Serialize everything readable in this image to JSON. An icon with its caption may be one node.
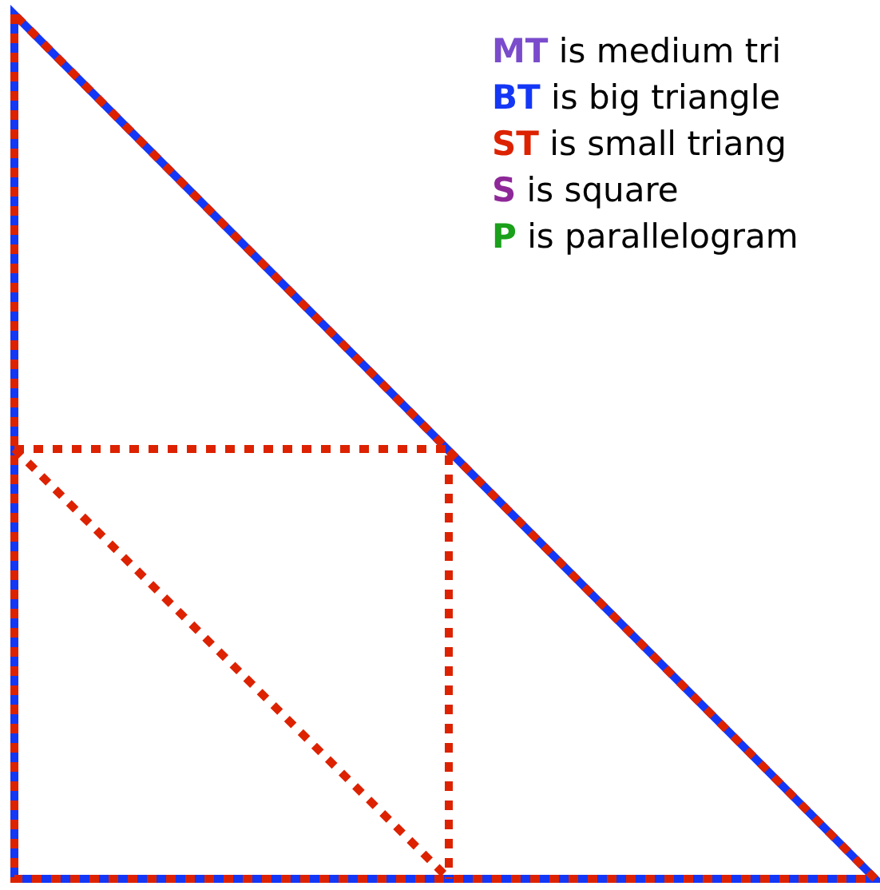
{
  "diagram": {
    "labels": [
      "**MT** is medium tri",
      "**BT** is big triangle",
      "**ST** is small triang",
      "**S** is square",
      "**P** is parallelogram"
    ]
  }
}
